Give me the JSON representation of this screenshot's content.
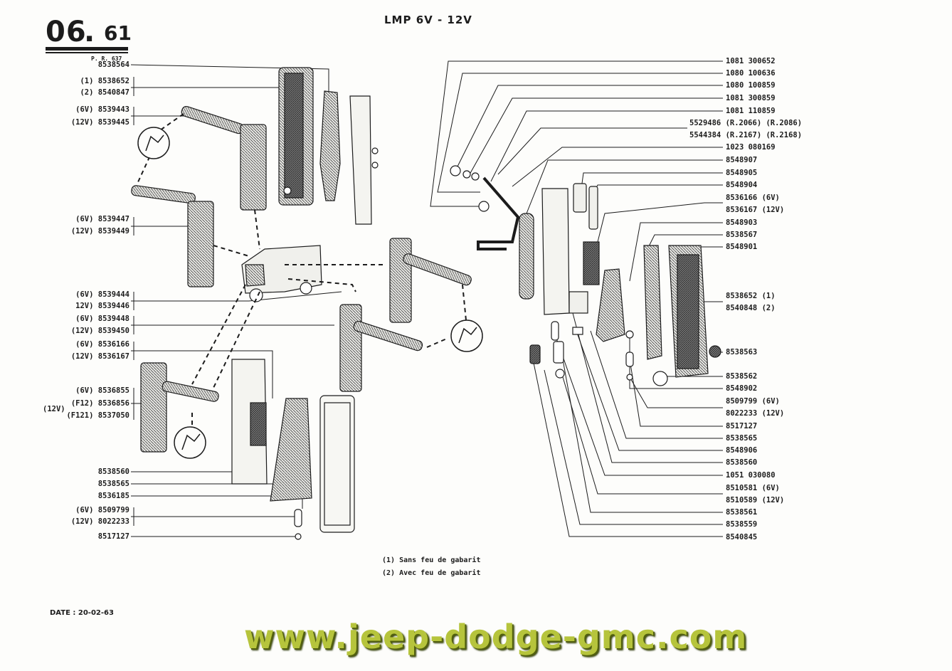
{
  "header": {
    "page_major": "06",
    "page_minor": "61",
    "sub": "P. R. 637",
    "title": "LMP 6V - 12V"
  },
  "left_labels": [
    {
      "text": "8538564"
    },
    {
      "text": "(1) 8538652"
    },
    {
      "text": "(2) 8540847"
    },
    {
      "text": "(6V) 8539443"
    },
    {
      "text": "(12V) 8539445"
    },
    {
      "text": "(6V) 8539447"
    },
    {
      "text": "(12V) 8539449"
    },
    {
      "text": "(6V) 8539444"
    },
    {
      "text": "12V) 8539446"
    },
    {
      "text": "(6V) 8539448"
    },
    {
      "text": "(12V) 8539450"
    },
    {
      "text": "(6V) 8536166"
    },
    {
      "text": "(12V) 8536167"
    },
    {
      "text": "(6V) 8536855"
    },
    {
      "text": "(F12) 8536856"
    },
    {
      "text": "(F121) 8537050"
    },
    {
      "text": "(12V)"
    },
    {
      "text": "8538560"
    },
    {
      "text": "8538565"
    },
    {
      "text": "8536185"
    },
    {
      "text": "(6V) 8509799"
    },
    {
      "text": "(12V) 8022233"
    },
    {
      "text": "8517127"
    }
  ],
  "right_labels": [
    {
      "text": "1081 300652"
    },
    {
      "text": "1080 100636"
    },
    {
      "text": "1080 100859"
    },
    {
      "text": "1081 300859"
    },
    {
      "text": "1081 110859"
    },
    {
      "text": "5529486 (R.2066) (R.2086)"
    },
    {
      "text": "5544384 (R.2167) (R.2168)"
    },
    {
      "text": "1023 080169"
    },
    {
      "text": "8548907"
    },
    {
      "text": "8548905"
    },
    {
      "text": "8548904"
    },
    {
      "text": "8536166 (6V)"
    },
    {
      "text": "8536167 (12V)"
    },
    {
      "text": "8548903"
    },
    {
      "text": "8538567"
    },
    {
      "text": "8548901"
    },
    {
      "text": "8538652 (1)"
    },
    {
      "text": "8540848 (2)"
    },
    {
      "text": "8538563"
    },
    {
      "text": "8538562"
    },
    {
      "text": "8548902"
    },
    {
      "text": "8509799 (6V)"
    },
    {
      "text": "8022233 (12V)"
    },
    {
      "text": "8517127"
    },
    {
      "text": "8538565"
    },
    {
      "text": "8548906"
    },
    {
      "text": "8538560"
    },
    {
      "text": "1051 030080"
    },
    {
      "text": "8510581 (6V)"
    },
    {
      "text": "8510589 (12V)"
    },
    {
      "text": "8538561"
    },
    {
      "text": "8538559"
    },
    {
      "text": "8540845"
    }
  ],
  "notes": [
    "(1) Sans feu de gabarit",
    "(2) Avec feu de gabarit"
  ],
  "date": "DATE : 20-02-63",
  "watermark": "www.jeep-dodge-gmc.com"
}
